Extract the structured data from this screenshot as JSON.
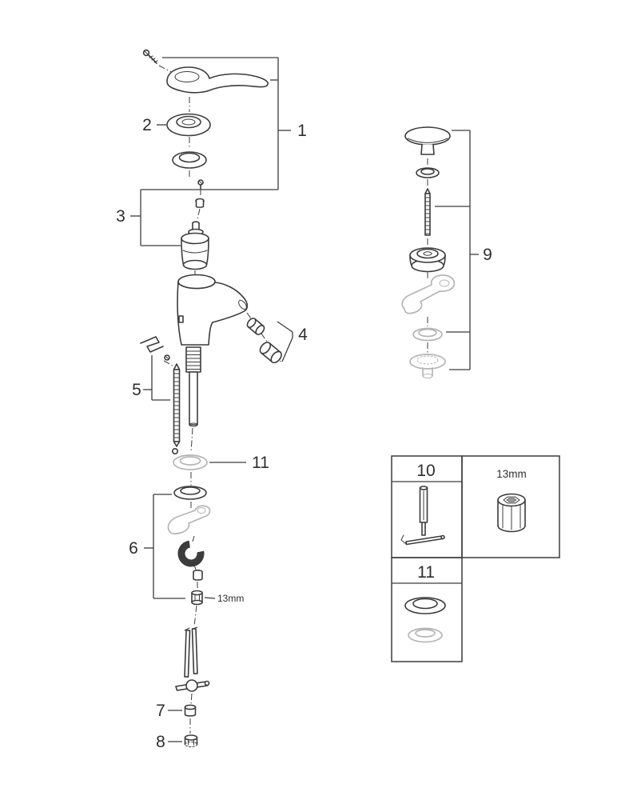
{
  "diagram": {
    "type": "exploded-parts-diagram",
    "colors": {
      "line": "#3c3c3c",
      "muted": "#b5b5b5",
      "text": "#2e2e2e"
    },
    "callouts": {
      "part1": "1",
      "part2": "2",
      "part3": "3",
      "part4": "4",
      "part5": "5",
      "part6": "6",
      "part7": "7",
      "part8": "8",
      "part9": "9",
      "part11": "11"
    },
    "annotations": {
      "nut_size": "13mm"
    },
    "panels": {
      "tool": {
        "number": "10"
      },
      "socket": {
        "size": "13mm"
      },
      "rings": {
        "number": "11"
      }
    }
  }
}
